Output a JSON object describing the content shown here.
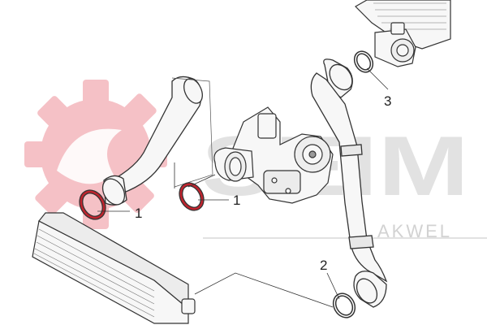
{
  "watermark": {
    "brand_text": "SEIM",
    "sub_text": "AKWEL",
    "gear_color": "#f4b7bd",
    "text_color": "#e2e2e2"
  },
  "callouts": [
    {
      "label": "1"
    },
    {
      "label": "1"
    },
    {
      "label": "2"
    },
    {
      "label": "3"
    }
  ],
  "colors": {
    "line": "#333333",
    "seal": "#c0242e",
    "fill": "#f7f7f7"
  }
}
